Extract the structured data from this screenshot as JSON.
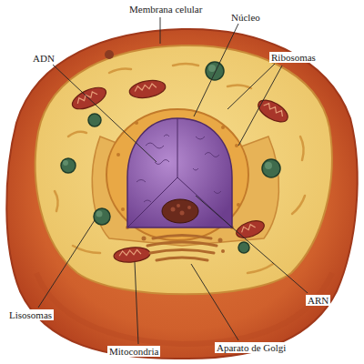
{
  "diagram": {
    "labels": [
      "Membrana celular",
      "Núcleo",
      "ADN",
      "Ribosomas",
      "ARN",
      "Lisosomas",
      "Mitocondria",
      "Aparato de Golgi"
    ]
  }
}
